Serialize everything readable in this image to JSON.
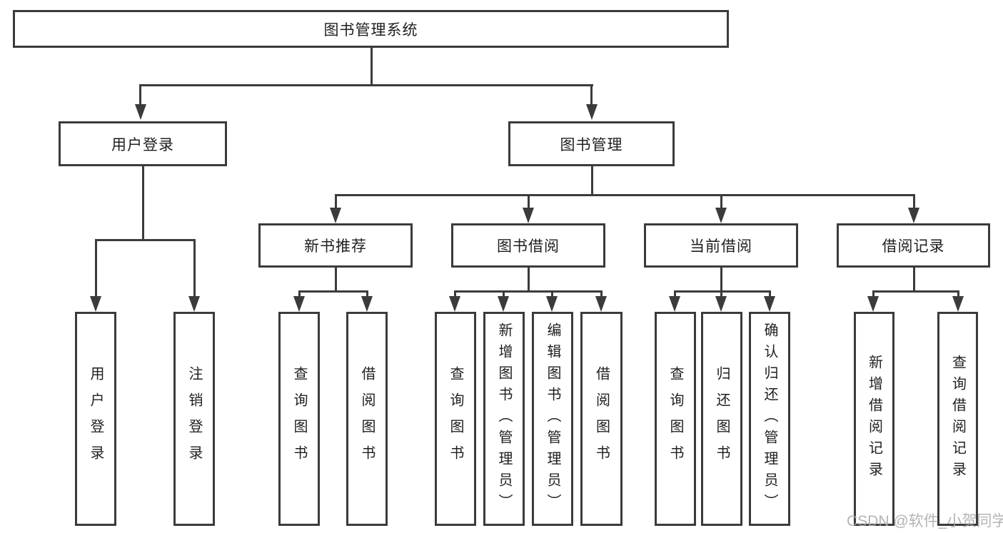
{
  "diagram": {
    "title_node": "图书管理系统",
    "level2": {
      "user_login": "用户登录",
      "book_mgmt": "图书管理"
    },
    "level3": {
      "new_book_rec": "新书推荐",
      "book_borrow": "图书借阅",
      "current_borrow": "当前借阅",
      "borrow_records": "借阅记录"
    },
    "level4": {
      "user_login": "用户登录",
      "logout": "注销登录",
      "rec_query_books": "查询图书",
      "rec_borrow_books": "借阅图书",
      "bb_query_books": "查询图书",
      "bb_add_books": "新增图书（管理员）",
      "bb_edit_books": "编辑图书（管理员）",
      "bb_borrow_books": "借阅图书",
      "cur_query_books": "查询图书",
      "cur_return_books": "归还图书",
      "cur_confirm_return": "确认归还（管理员）",
      "br_add_record": "新增借阅记录",
      "br_query_record": "查询借阅记录"
    },
    "watermark": "CSDN @软件_小贺同学",
    "colors": {
      "line": "#3b3b3b",
      "text": "#1f1f1f",
      "watermark": "#a8a8a8"
    }
  }
}
